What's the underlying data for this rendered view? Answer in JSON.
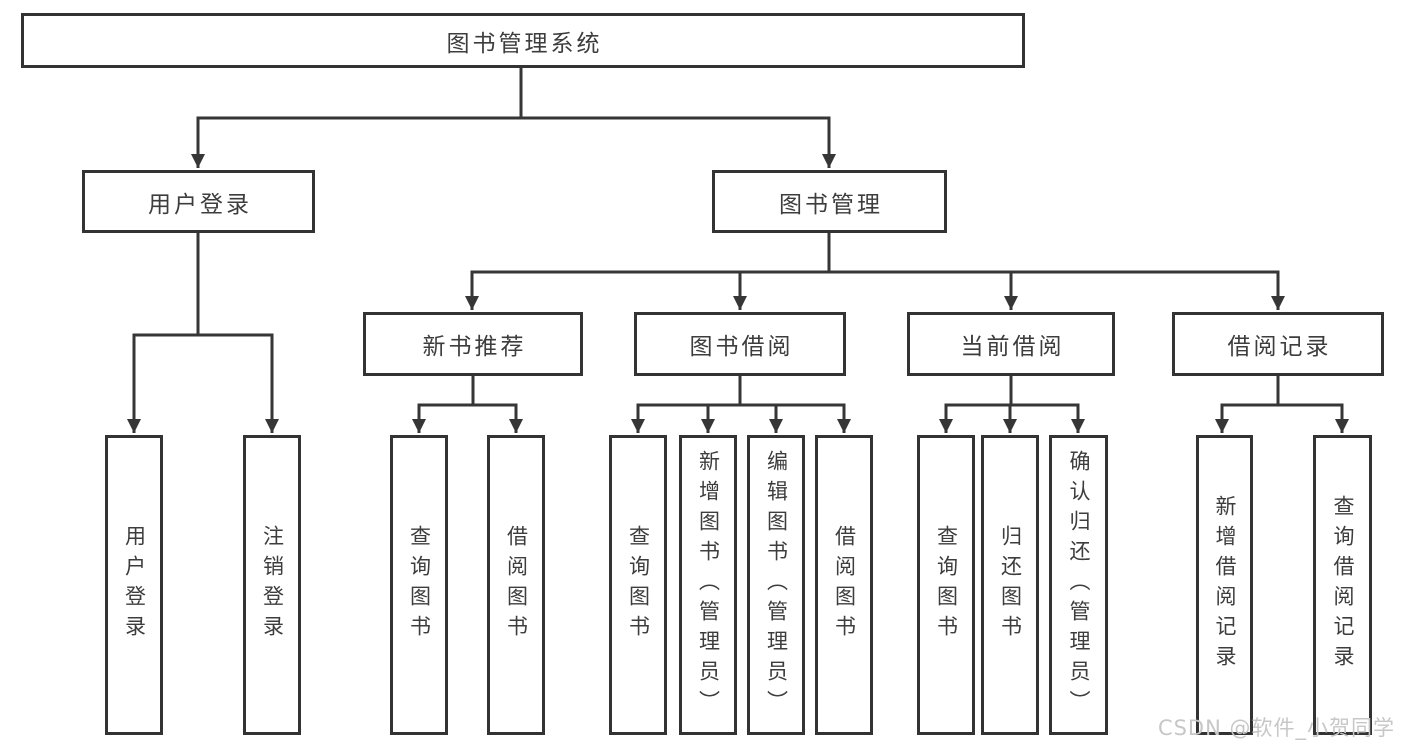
{
  "diagram": {
    "root": {
      "label": "图书管理系统"
    },
    "level2": {
      "user_login": {
        "label": "用户登录"
      },
      "book_management": {
        "label": "图书管理"
      }
    },
    "level3": {
      "new_book_recommend": {
        "label": "新书推荐"
      },
      "book_borrow": {
        "label": "图书借阅"
      },
      "current_borrow": {
        "label": "当前借阅"
      },
      "borrow_record": {
        "label": "借阅记录"
      }
    },
    "leaves": {
      "user_login": {
        "label": "用户登录"
      },
      "logout": {
        "label": "注销登录"
      },
      "nb_query_book": {
        "label": "查询图书"
      },
      "nb_borrow_book": {
        "label": "借阅图书"
      },
      "bb_query_book": {
        "label": "查询图书"
      },
      "bb_add_book": {
        "label": "新增图书（管理员）"
      },
      "bb_edit_book": {
        "label": "编辑图书（管理员）"
      },
      "bb_borrow_book": {
        "label": "借阅图书"
      },
      "cb_query_book": {
        "label": "查询图书"
      },
      "cb_return_book": {
        "label": "归还图书"
      },
      "cb_confirm_return": {
        "label": "确认归还（管理员）"
      },
      "br_add_record": {
        "label": "新增借阅记录"
      },
      "br_query_record": {
        "label": "查询借阅记录"
      }
    }
  },
  "watermark": {
    "text": "CSDN @软件_小贺同学"
  },
  "colors": {
    "line": "#363636",
    "box_border": "#333333",
    "text": "#3d3d3d",
    "watermark": "#c7c7c7",
    "background": "#ffffff"
  }
}
